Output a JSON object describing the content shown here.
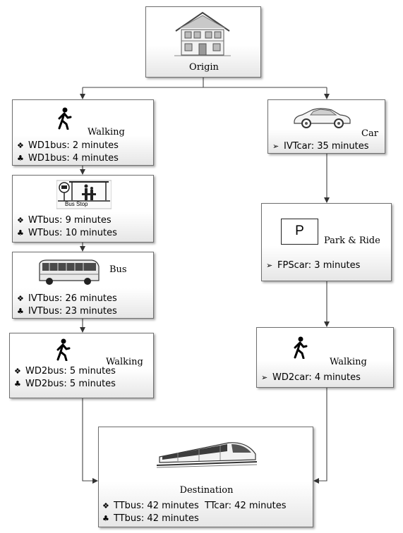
{
  "origin": {
    "label": "Origin"
  },
  "left": {
    "walk1": {
      "label": "Walking",
      "rows": [
        {
          "bullet": "❖",
          "text": "WD1bus: 2 minutes"
        },
        {
          "bullet": "♣",
          "text": "WD1bus: 4 minutes"
        }
      ]
    },
    "busstop": {
      "sign": "Bus Stop",
      "rows": [
        {
          "bullet": "❖",
          "text": "WTbus: 9 minutes"
        },
        {
          "bullet": "♣",
          "text": "WTbus: 10 minutes"
        }
      ]
    },
    "bus": {
      "label": "Bus",
      "rows": [
        {
          "bullet": "❖",
          "text": "IVTbus: 26 minutes"
        },
        {
          "bullet": "♣",
          "text": "IVTbus: 23 minutes"
        }
      ]
    },
    "walk2": {
      "label": "Walking",
      "rows": [
        {
          "bullet": "❖",
          "text": "WD2bus: 5 minutes"
        },
        {
          "bullet": "♣",
          "text": "WD2bus: 5 minutes"
        }
      ]
    }
  },
  "right": {
    "car": {
      "label": "Car",
      "rows": [
        {
          "bullet": "➢",
          "text": "IVTcar: 35 minutes"
        }
      ]
    },
    "park": {
      "symbol": "P",
      "label": "Park & Ride",
      "rows": [
        {
          "bullet": "➢",
          "text": "FPScar: 3 minutes"
        }
      ]
    },
    "walk": {
      "label": "Walking",
      "rows": [
        {
          "bullet": "➢",
          "text": "WD2car: 4 minutes"
        }
      ]
    }
  },
  "destination": {
    "label": "Destination",
    "rows": [
      {
        "bullet": "❖",
        "text": "TTbus: 42 minutes  TTcar: 42 minutes"
      },
      {
        "bullet": "♣",
        "text": "TTbus: 42 minutes"
      }
    ]
  }
}
